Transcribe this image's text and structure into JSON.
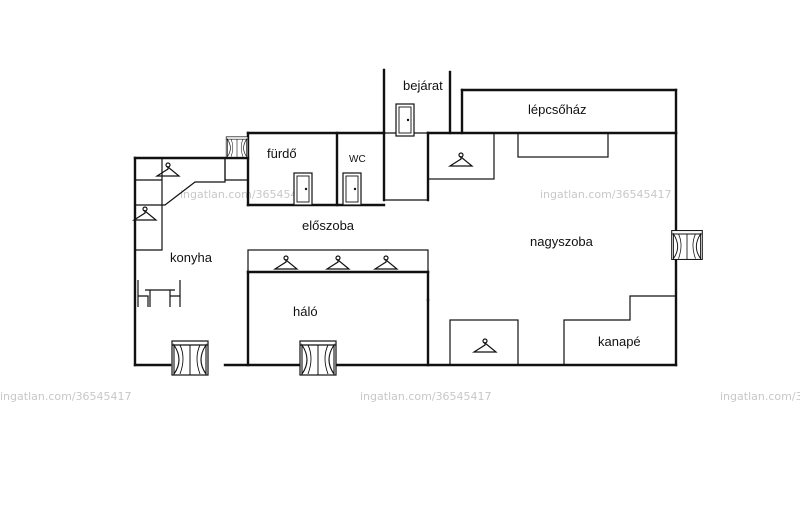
{
  "rooms": {
    "bejarat": "bejárat",
    "lepcsohaz": "lépcsőház",
    "furdo": "fürdő",
    "wc": "WC",
    "eloszoba": "előszoba",
    "konyha": "konyha",
    "nagyszoba": "nagyszoba",
    "halo": "háló",
    "kanape": "kanapé"
  },
  "watermark": "ingatlan.com/36545417",
  "colors": {
    "wall": "#111111",
    "watermark": "#c8c8c8"
  },
  "icons": [
    "door-icon",
    "window-icon",
    "hanger-icon",
    "table-chairs-icon"
  ]
}
